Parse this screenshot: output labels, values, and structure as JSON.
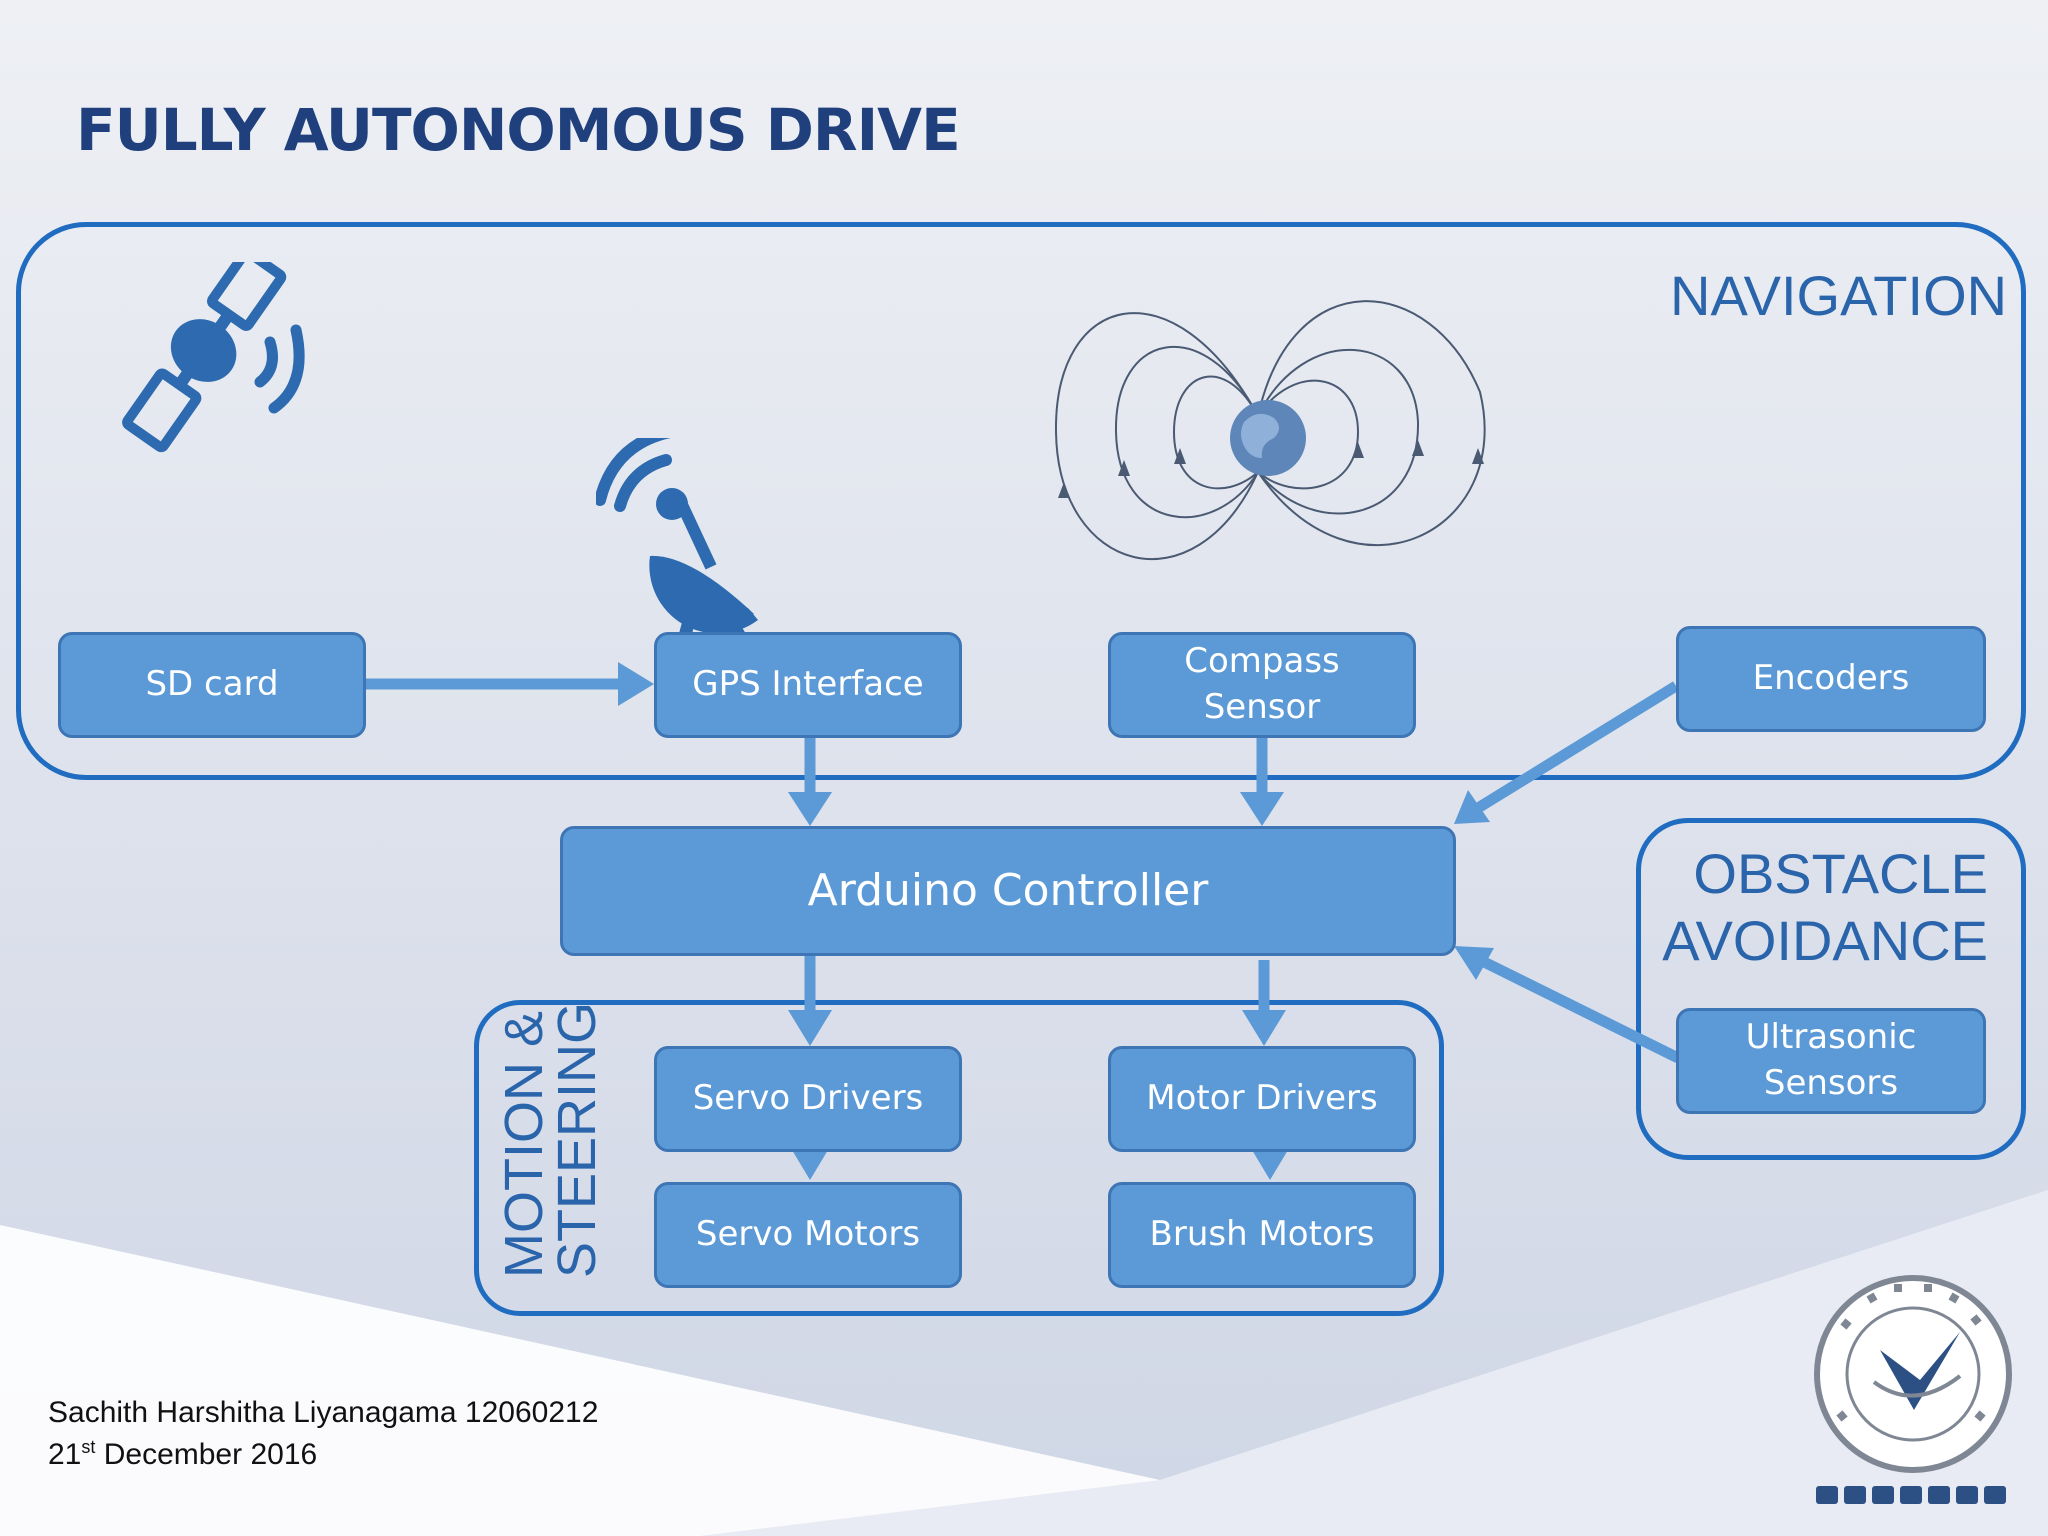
{
  "title": "FULLY AUTONOMOUS DRIVE",
  "panels": {
    "navigation": "NAVIGATION",
    "obstacle_line1": "OBSTACLE",
    "obstacle_line2": "AVOIDANCE",
    "motion_line1": "MOTION &",
    "motion_line2": "STEERING"
  },
  "nodes": {
    "sd_card": "SD card",
    "gps": "GPS Interface",
    "compass_line1": "Compass",
    "compass_line2": "Sensor",
    "encoders": "Encoders",
    "arduino": "Arduino Controller",
    "ultrasonic_line1": "Ultrasonic",
    "ultrasonic_line2": "Sensors",
    "servo_drivers": "Servo Drivers",
    "servo_motors": "Servo Motors",
    "motor_drivers": "Motor Drivers",
    "brush_motors": "Brush Motors"
  },
  "footer": {
    "author": "Sachith Harshitha Liyanagama 12060212",
    "date_day": "21",
    "date_sup": "st",
    "date_rest": " December 2016"
  },
  "icons": [
    "satellite-icon",
    "satellite-dish-icon",
    "magnetic-field-earth-icon",
    "university-seal-icon"
  ],
  "colors": {
    "node_fill": "#5b9ad6",
    "panel_border": "#1f6cc0",
    "title": "#1f3f7d",
    "arrow": "#5b9ad6"
  }
}
